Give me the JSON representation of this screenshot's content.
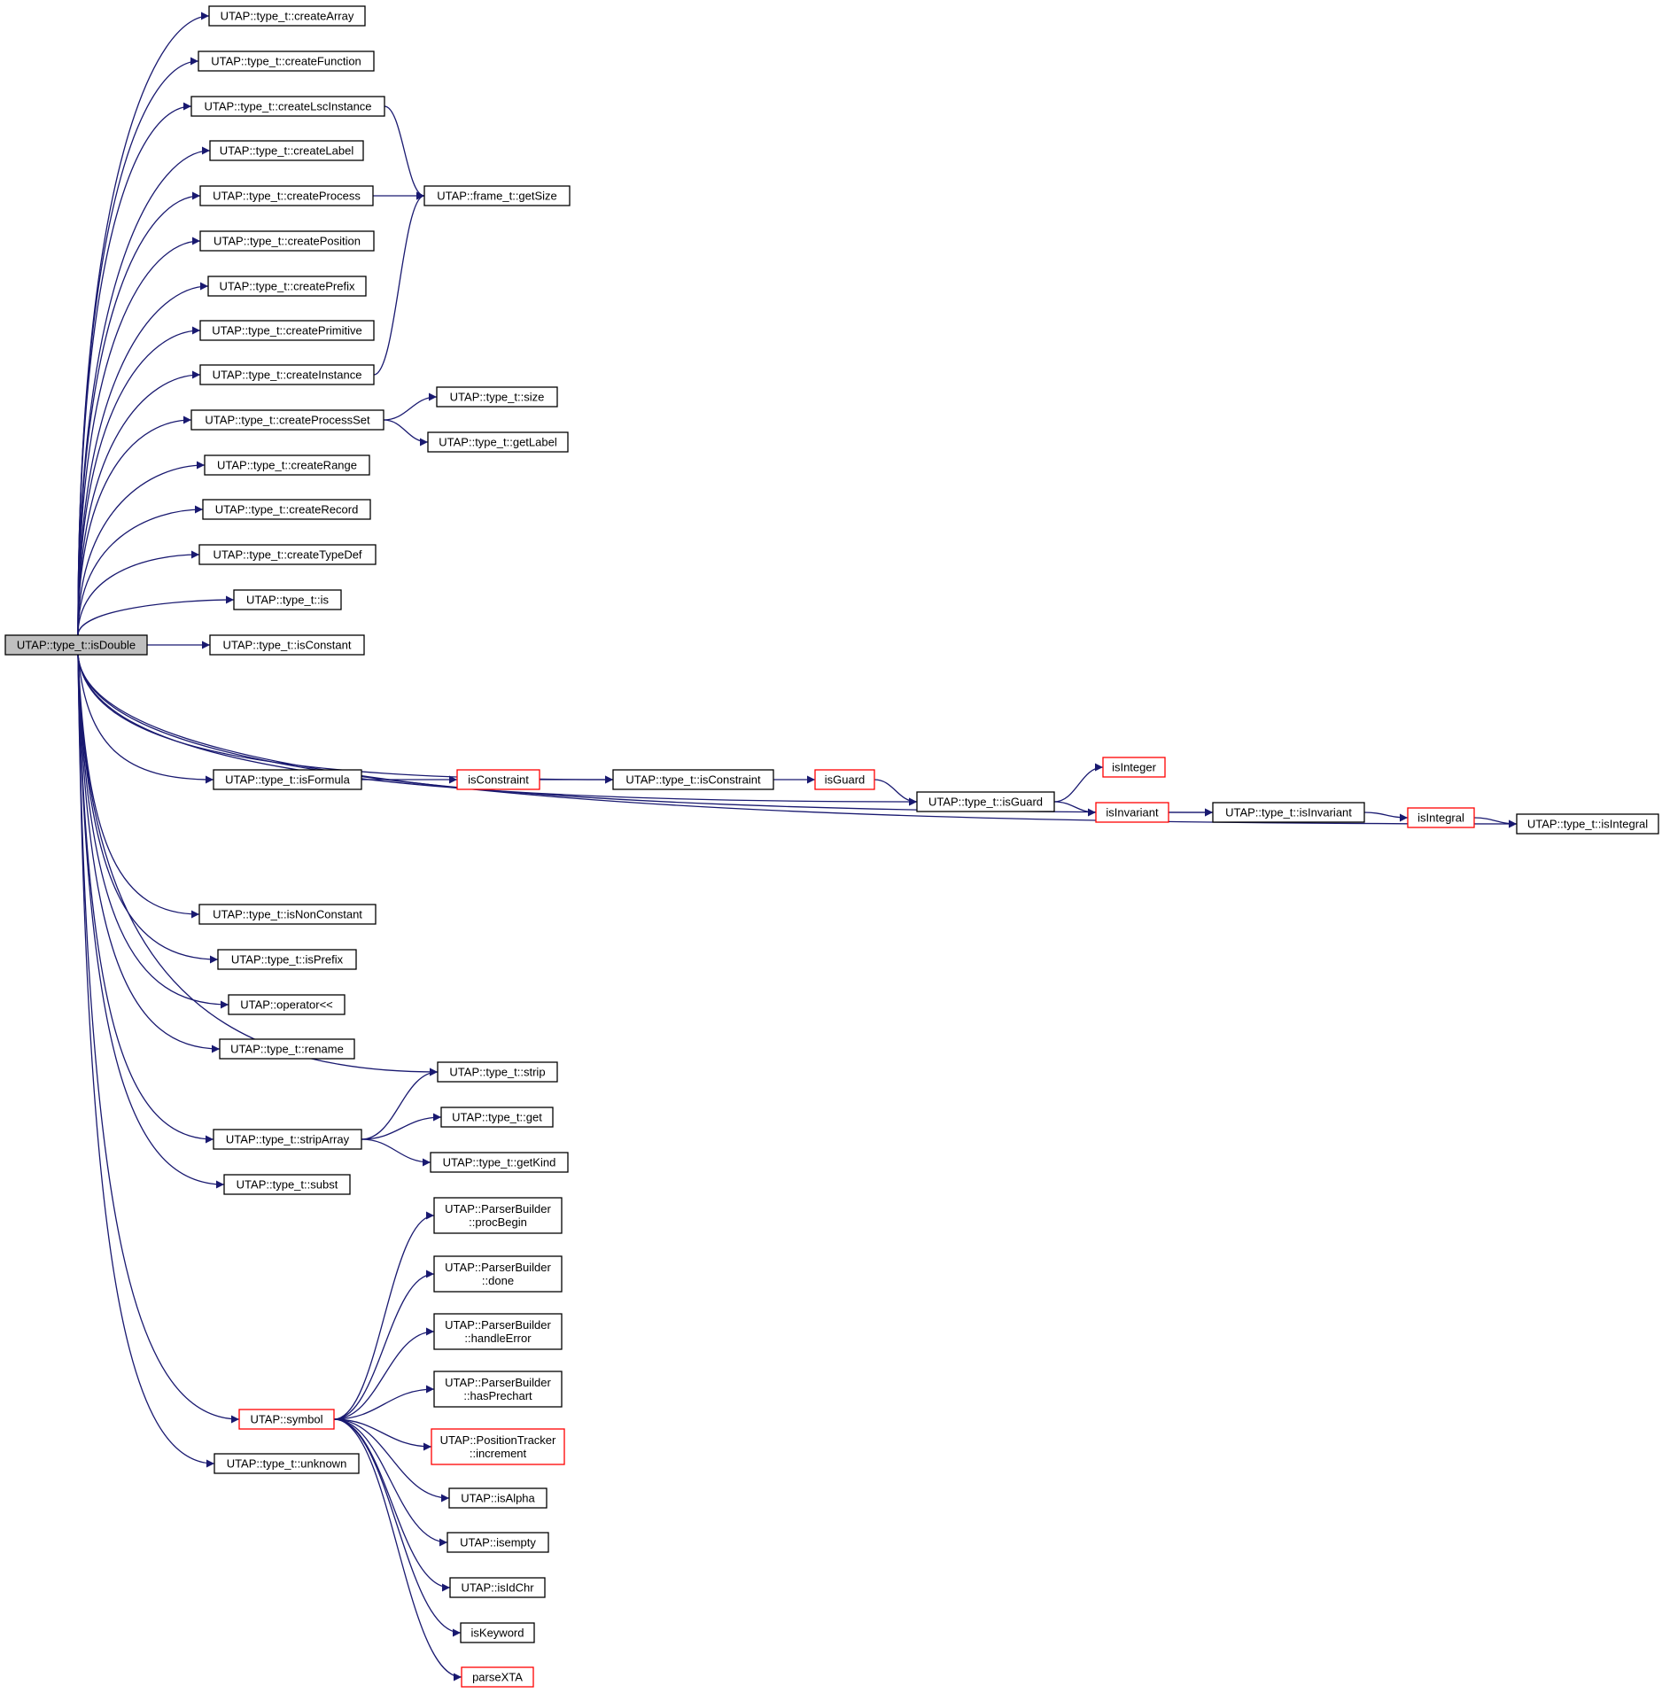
{
  "nodes": [
    {
      "id": "root",
      "lines": [
        "UTAP::type_t::isDouble"
      ],
      "kind": "root"
    },
    {
      "id": "createArray",
      "lines": [
        "UTAP::type_t::createArray"
      ],
      "kind": "normal"
    },
    {
      "id": "createFunction",
      "lines": [
        "UTAP::type_t::createFunction"
      ],
      "kind": "normal"
    },
    {
      "id": "createLscInstance",
      "lines": [
        "UTAP::type_t::createLscInstance"
      ],
      "kind": "normal"
    },
    {
      "id": "createLabel",
      "lines": [
        "UTAP::type_t::createLabel"
      ],
      "kind": "normal"
    },
    {
      "id": "createProcess",
      "lines": [
        "UTAP::type_t::createProcess"
      ],
      "kind": "normal"
    },
    {
      "id": "getSize",
      "lines": [
        "UTAP::frame_t::getSize"
      ],
      "kind": "normal"
    },
    {
      "id": "createPosition",
      "lines": [
        "UTAP::type_t::createPosition"
      ],
      "kind": "normal"
    },
    {
      "id": "createPrefix",
      "lines": [
        "UTAP::type_t::createPrefix"
      ],
      "kind": "normal"
    },
    {
      "id": "createPrimitive",
      "lines": [
        "UTAP::type_t::createPrimitive"
      ],
      "kind": "normal"
    },
    {
      "id": "createInstance",
      "lines": [
        "UTAP::type_t::createInstance"
      ],
      "kind": "normal"
    },
    {
      "id": "size",
      "lines": [
        "UTAP::type_t::size"
      ],
      "kind": "normal"
    },
    {
      "id": "createProcessSet",
      "lines": [
        "UTAP::type_t::createProcessSet"
      ],
      "kind": "normal"
    },
    {
      "id": "getLabel",
      "lines": [
        "UTAP::type_t::getLabel"
      ],
      "kind": "normal"
    },
    {
      "id": "createRange",
      "lines": [
        "UTAP::type_t::createRange"
      ],
      "kind": "normal"
    },
    {
      "id": "createRecord",
      "lines": [
        "UTAP::type_t::createRecord"
      ],
      "kind": "normal"
    },
    {
      "id": "createTypeDef",
      "lines": [
        "UTAP::type_t::createTypeDef"
      ],
      "kind": "normal"
    },
    {
      "id": "is",
      "lines": [
        "UTAP::type_t::is"
      ],
      "kind": "normal"
    },
    {
      "id": "isConstant",
      "lines": [
        "UTAP::type_t::isConstant"
      ],
      "kind": "normal"
    },
    {
      "id": "isInteger",
      "lines": [
        "isInteger"
      ],
      "kind": "truncated"
    },
    {
      "id": "isFormula",
      "lines": [
        "UTAP::type_t::isFormula"
      ],
      "kind": "normal"
    },
    {
      "id": "isConstraintFree",
      "lines": [
        "isConstraint"
      ],
      "kind": "truncated"
    },
    {
      "id": "isConstraint",
      "lines": [
        "UTAP::type_t::isConstraint"
      ],
      "kind": "normal"
    },
    {
      "id": "isGuardFree",
      "lines": [
        "isGuard"
      ],
      "kind": "truncated"
    },
    {
      "id": "isGuard",
      "lines": [
        "UTAP::type_t::isGuard"
      ],
      "kind": "normal"
    },
    {
      "id": "isInvariantFree",
      "lines": [
        "isInvariant"
      ],
      "kind": "truncated"
    },
    {
      "id": "isInvariant",
      "lines": [
        "UTAP::type_t::isInvariant"
      ],
      "kind": "normal"
    },
    {
      "id": "isIntegralFree",
      "lines": [
        "isIntegral"
      ],
      "kind": "truncated"
    },
    {
      "id": "isIntegral",
      "lines": [
        "UTAP::type_t::isIntegral"
      ],
      "kind": "normal"
    },
    {
      "id": "isNonConstant",
      "lines": [
        "UTAP::type_t::isNonConstant"
      ],
      "kind": "normal"
    },
    {
      "id": "isPrefix",
      "lines": [
        "UTAP::type_t::isPrefix"
      ],
      "kind": "normal"
    },
    {
      "id": "operatorShift",
      "lines": [
        "UTAP::operator<<"
      ],
      "kind": "normal"
    },
    {
      "id": "rename",
      "lines": [
        "UTAP::type_t::rename"
      ],
      "kind": "normal"
    },
    {
      "id": "strip",
      "lines": [
        "UTAP::type_t::strip"
      ],
      "kind": "normal"
    },
    {
      "id": "get",
      "lines": [
        "UTAP::type_t::get"
      ],
      "kind": "normal"
    },
    {
      "id": "stripArray",
      "lines": [
        "UTAP::type_t::stripArray"
      ],
      "kind": "normal"
    },
    {
      "id": "getKind",
      "lines": [
        "UTAP::type_t::getKind"
      ],
      "kind": "normal"
    },
    {
      "id": "subst",
      "lines": [
        "UTAP::type_t::subst"
      ],
      "kind": "normal"
    },
    {
      "id": "procBegin",
      "lines": [
        "UTAP::ParserBuilder",
        "::procBegin"
      ],
      "kind": "normal"
    },
    {
      "id": "done",
      "lines": [
        "UTAP::ParserBuilder",
        "::done"
      ],
      "kind": "normal"
    },
    {
      "id": "handleError",
      "lines": [
        "UTAP::ParserBuilder",
        "::handleError"
      ],
      "kind": "normal"
    },
    {
      "id": "hasPrechart",
      "lines": [
        "UTAP::ParserBuilder",
        "::hasPrechart"
      ],
      "kind": "normal"
    },
    {
      "id": "symbol",
      "lines": [
        "UTAP::symbol"
      ],
      "kind": "truncated"
    },
    {
      "id": "increment",
      "lines": [
        "UTAP::PositionTracker",
        "::increment"
      ],
      "kind": "truncated"
    },
    {
      "id": "unknown",
      "lines": [
        "UTAP::type_t::unknown"
      ],
      "kind": "normal"
    },
    {
      "id": "isAlpha",
      "lines": [
        "UTAP::isAlpha"
      ],
      "kind": "normal"
    },
    {
      "id": "isempty",
      "lines": [
        "UTAP::isempty"
      ],
      "kind": "normal"
    },
    {
      "id": "isIdChr",
      "lines": [
        "UTAP::isIdChr"
      ],
      "kind": "normal"
    },
    {
      "id": "isKeyword",
      "lines": [
        "isKeyword"
      ],
      "kind": "normal"
    },
    {
      "id": "parseXTA",
      "lines": [
        "parseXTA"
      ],
      "kind": "truncated"
    }
  ],
  "edges": [
    {
      "from": "root",
      "to": "createArray"
    },
    {
      "from": "root",
      "to": "createFunction"
    },
    {
      "from": "root",
      "to": "createLscInstance"
    },
    {
      "from": "root",
      "to": "createLabel"
    },
    {
      "from": "root",
      "to": "createProcess"
    },
    {
      "from": "root",
      "to": "createPosition"
    },
    {
      "from": "root",
      "to": "createPrefix"
    },
    {
      "from": "root",
      "to": "createPrimitive"
    },
    {
      "from": "root",
      "to": "createInstance"
    },
    {
      "from": "root",
      "to": "createProcessSet"
    },
    {
      "from": "root",
      "to": "createRange"
    },
    {
      "from": "root",
      "to": "createRecord"
    },
    {
      "from": "root",
      "to": "createTypeDef"
    },
    {
      "from": "root",
      "to": "is"
    },
    {
      "from": "root",
      "to": "isConstant"
    },
    {
      "from": "root",
      "to": "isInvariant"
    },
    {
      "from": "root",
      "to": "isConstraint"
    },
    {
      "from": "root",
      "to": "isFormula"
    },
    {
      "from": "root",
      "to": "isGuard"
    },
    {
      "from": "root",
      "to": "isIntegral"
    },
    {
      "from": "root",
      "to": "isNonConstant"
    },
    {
      "from": "root",
      "to": "isPrefix"
    },
    {
      "from": "root",
      "to": "operatorShift"
    },
    {
      "from": "root",
      "to": "rename"
    },
    {
      "from": "root",
      "to": "strip"
    },
    {
      "from": "root",
      "to": "stripArray"
    },
    {
      "from": "root",
      "to": "subst"
    },
    {
      "from": "root",
      "to": "symbol"
    },
    {
      "from": "root",
      "to": "unknown"
    },
    {
      "from": "createLscInstance",
      "to": "getSize"
    },
    {
      "from": "createProcess",
      "to": "getSize"
    },
    {
      "from": "createInstance",
      "to": "getSize"
    },
    {
      "from": "createProcessSet",
      "to": "size"
    },
    {
      "from": "createProcessSet",
      "to": "getLabel"
    },
    {
      "from": "isFormula",
      "to": "isConstraintFree"
    },
    {
      "from": "isConstraintFree",
      "to": "isConstraint"
    },
    {
      "from": "isConstraint",
      "to": "isGuardFree"
    },
    {
      "from": "isGuardFree",
      "to": "isGuard"
    },
    {
      "from": "isGuard",
      "to": "isInteger"
    },
    {
      "from": "isGuard",
      "to": "isInvariantFree"
    },
    {
      "from": "isInvariantFree",
      "to": "isInvariant"
    },
    {
      "from": "isInvariant",
      "to": "isIntegralFree"
    },
    {
      "from": "isIntegralFree",
      "to": "isIntegral"
    },
    {
      "from": "stripArray",
      "to": "strip"
    },
    {
      "from": "stripArray",
      "to": "get"
    },
    {
      "from": "stripArray",
      "to": "getKind"
    },
    {
      "from": "symbol",
      "to": "procBegin"
    },
    {
      "from": "symbol",
      "to": "done"
    },
    {
      "from": "symbol",
      "to": "handleError"
    },
    {
      "from": "symbol",
      "to": "hasPrechart"
    },
    {
      "from": "symbol",
      "to": "increment"
    },
    {
      "from": "symbol",
      "to": "isAlpha"
    },
    {
      "from": "symbol",
      "to": "isempty"
    },
    {
      "from": "symbol",
      "to": "isIdChr"
    },
    {
      "from": "symbol",
      "to": "isKeyword"
    },
    {
      "from": "symbol",
      "to": "parseXTA"
    }
  ],
  "colors": {
    "edge": "#191970",
    "node_border": "#000000",
    "truncated_border": "#ff0000",
    "root_fill": "#bfbfbf",
    "node_fill": "#ffffff",
    "text": "#000000"
  }
}
